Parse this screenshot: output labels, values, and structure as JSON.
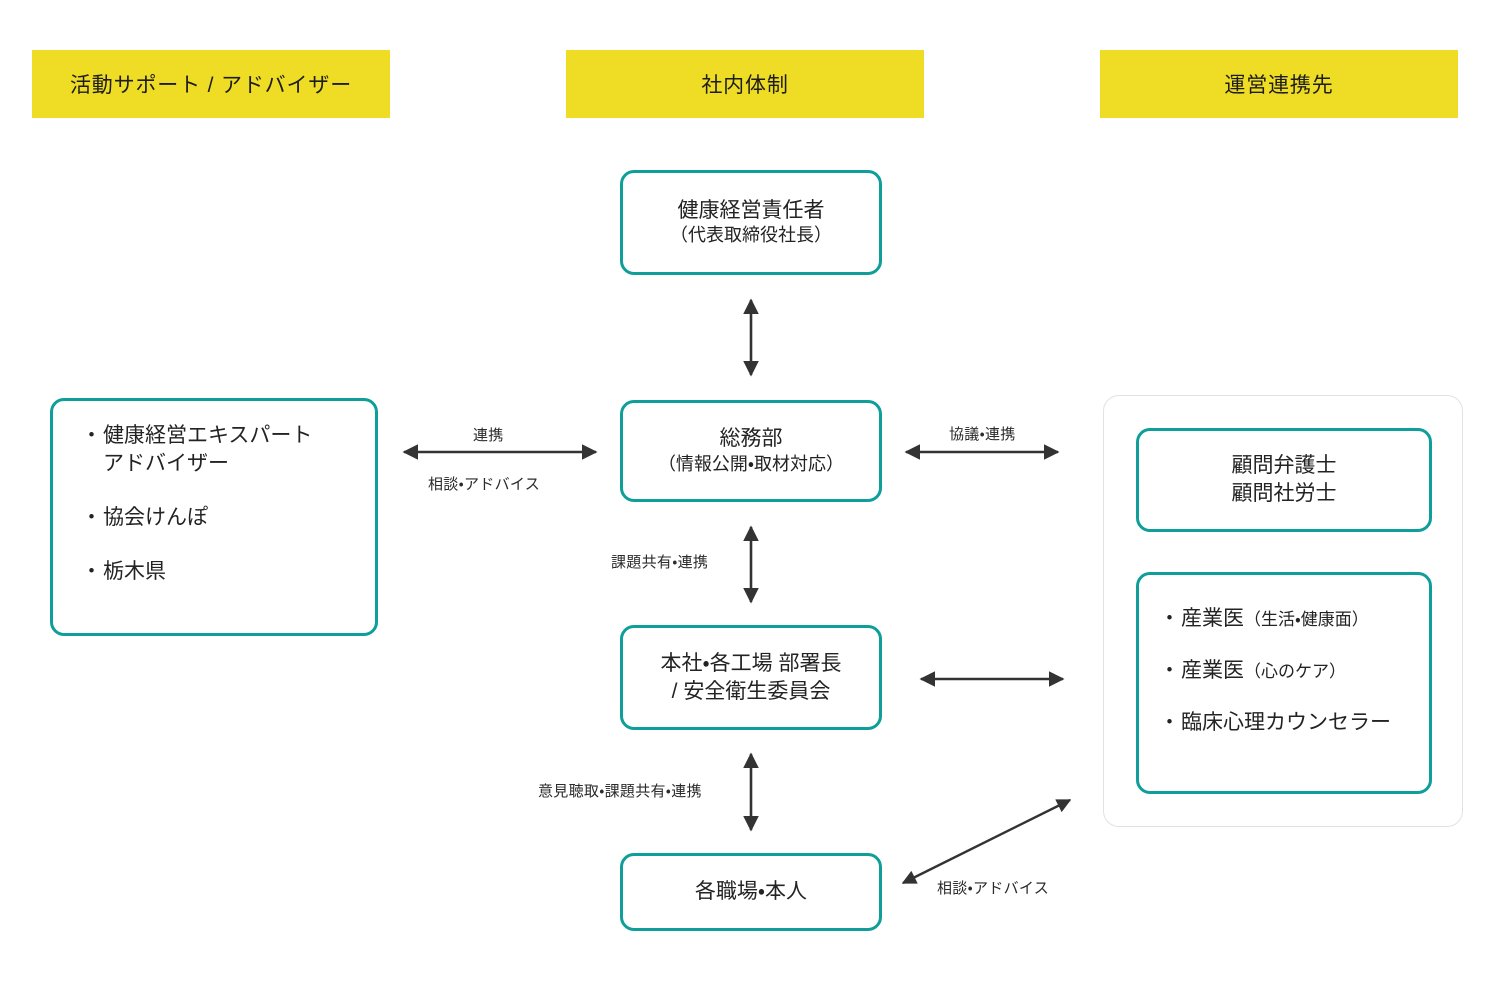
{
  "columns": {
    "left": {
      "title": "活動サポート / アドバイザー"
    },
    "center": {
      "title": "社内体制"
    },
    "right": {
      "title": "運営連携先"
    }
  },
  "colors": {
    "banner_yellow": "#efdc24",
    "node_border_teal": "#0f9e99",
    "arrow_dark": "#333333",
    "panel_border_grey": "#e2e2e2",
    "text": "#232323"
  },
  "nodes": {
    "leader": {
      "line1": "健康経営責任者",
      "line2": "（代表取締役社長）"
    },
    "general": {
      "line1": "総務部",
      "line2": "（情報公開・取材対応）"
    },
    "dept": {
      "line1": "本社・各工場 部署長",
      "line2": "/ 安全衛生委員会"
    },
    "work": {
      "line1": "各職場・本人"
    },
    "legal": {
      "line1": "顧問弁護士",
      "line2": "顧問社労士"
    },
    "advisors": {
      "items": [
        {
          "main": "健康経営エキスパート",
          "wrap": "アドバイザー",
          "sub": ""
        },
        {
          "main": "協会けんぽ",
          "wrap": "",
          "sub": ""
        },
        {
          "main": "栃木県",
          "wrap": "",
          "sub": ""
        }
      ]
    },
    "doctors": {
      "items": [
        {
          "main": "産業医",
          "sub": "（生活・健康面）"
        },
        {
          "main": "産業医",
          "sub": "（心のケア）"
        },
        {
          "main": "臨床心理カウンセラー",
          "sub": ""
        }
      ]
    }
  },
  "arrows": {
    "leader_general": {
      "label": "",
      "direction": "both"
    },
    "advisors_general": {
      "label_top": "連携",
      "label_bottom": "相談・アドバイス",
      "direction": "both"
    },
    "general_right": {
      "label": "協議・連携",
      "direction": "both"
    },
    "general_dept": {
      "label": "課題共有・連携",
      "direction": "both"
    },
    "dept_right": {
      "label": "",
      "direction": "both"
    },
    "dept_work": {
      "label": "意見聴取・課題共有・連携",
      "direction": "both"
    },
    "work_doctors": {
      "label": "相談・アドバイス",
      "direction": "both"
    }
  }
}
